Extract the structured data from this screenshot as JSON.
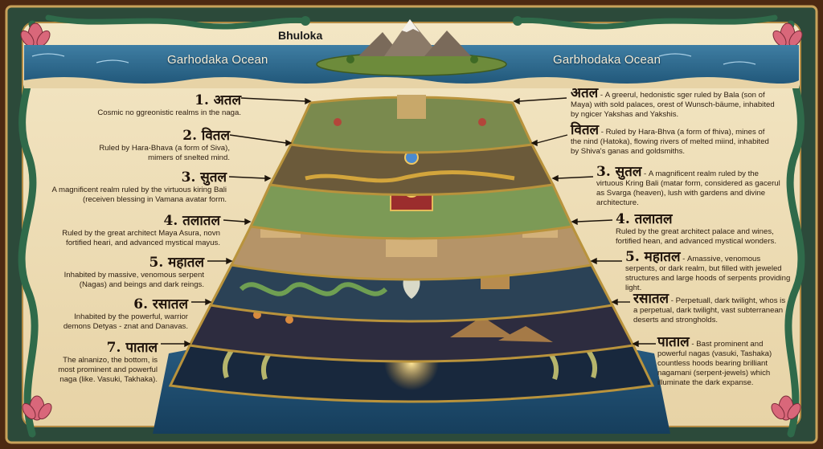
{
  "header": {
    "top_label": "Bhuloka",
    "ocean_left": "Garhodaka Ocean",
    "ocean_right": "Garbhodaka Ocean"
  },
  "colors": {
    "parchment": "#eddcb4",
    "border": "#5a2f14",
    "serpent": "#2f6a4a",
    "ocean": "#2d6b91",
    "tier_gold": "#b9933c",
    "lotus": "#d9677a"
  },
  "icons": [
    "serpent-icon",
    "lotus-icon",
    "mountain-icon",
    "cobra-icon",
    "temple-icon",
    "deity-icon"
  ],
  "left_labels": [
    {
      "title": "1. अतल",
      "desc": "Cosmic no ggreonistic realms in the naga."
    },
    {
      "title": "2. वितल",
      "desc": "Ruled by Hara-Bhava (a form of Siva), mimers of snelted mind."
    },
    {
      "title": "3. सुतल",
      "desc": "A magnificent realm ruled by the virtuous kiring Bali (receiven blessing in Vamana avatar form."
    },
    {
      "title": "4. तलातल",
      "desc": "Ruled by the great architect Maya Asura, novn fortified heari, and advanced mystical mayus."
    },
    {
      "title": "5. महातल",
      "desc": "Inhabited by massive, venomous serpent (Nagas) and beings and dark reings."
    },
    {
      "title": "6. रसातल",
      "desc": "Inhabited by the powerful, warrior demons Detyas - znat and Danavas."
    },
    {
      "title": "7. पाताल",
      "desc": "The alnanizo, the bottom, is most prominent and powerful naga (like. Vasuki, Takhaka)."
    }
  ],
  "right_labels": [
    {
      "title": "अतल",
      "desc": "- A greerul, hedonistic sger ruled by Bala (son of Maya) with sold palaces, orest of Wunsch-bäume, inhabited by ngicer Yakshas and Yakshis."
    },
    {
      "title": "वितल",
      "desc": "- Ruled by Hara-Bhva (a form of fhiva), mines of the nind (Hatoka), flowing rivers of melted miind, inhabited by Shiva's ganas and goldsmiths."
    },
    {
      "title": "3. सुतल",
      "desc": "- A magnificent realm ruled by the virtuous Kring Bali (matar form, considered as gacerul as Svarga (heaven), lush with gardens and divine architecture."
    },
    {
      "title": "4. तलातल",
      "desc": "Ruled by the great architect palace and wines, fortified hean, and advanced mystical wonders."
    },
    {
      "title": "5. महातल",
      "desc": "- Amassive, venomous serpents, or dark realm, but filled with jeweled structures and large hoods of serpents providing light."
    },
    {
      "title": "रसातल",
      "desc": "- Perpetuall, dark twilight, whos is a perpetual, dark twilight, vast subterranean deserts and strongholds."
    },
    {
      "title": "पाताल",
      "desc": "- Bast prominent and powerful nagas (vasuki, Tashaka) countless hoods bearing brilliant nagamani (serpent-jewels) which illuminate the dark expanse."
    }
  ]
}
